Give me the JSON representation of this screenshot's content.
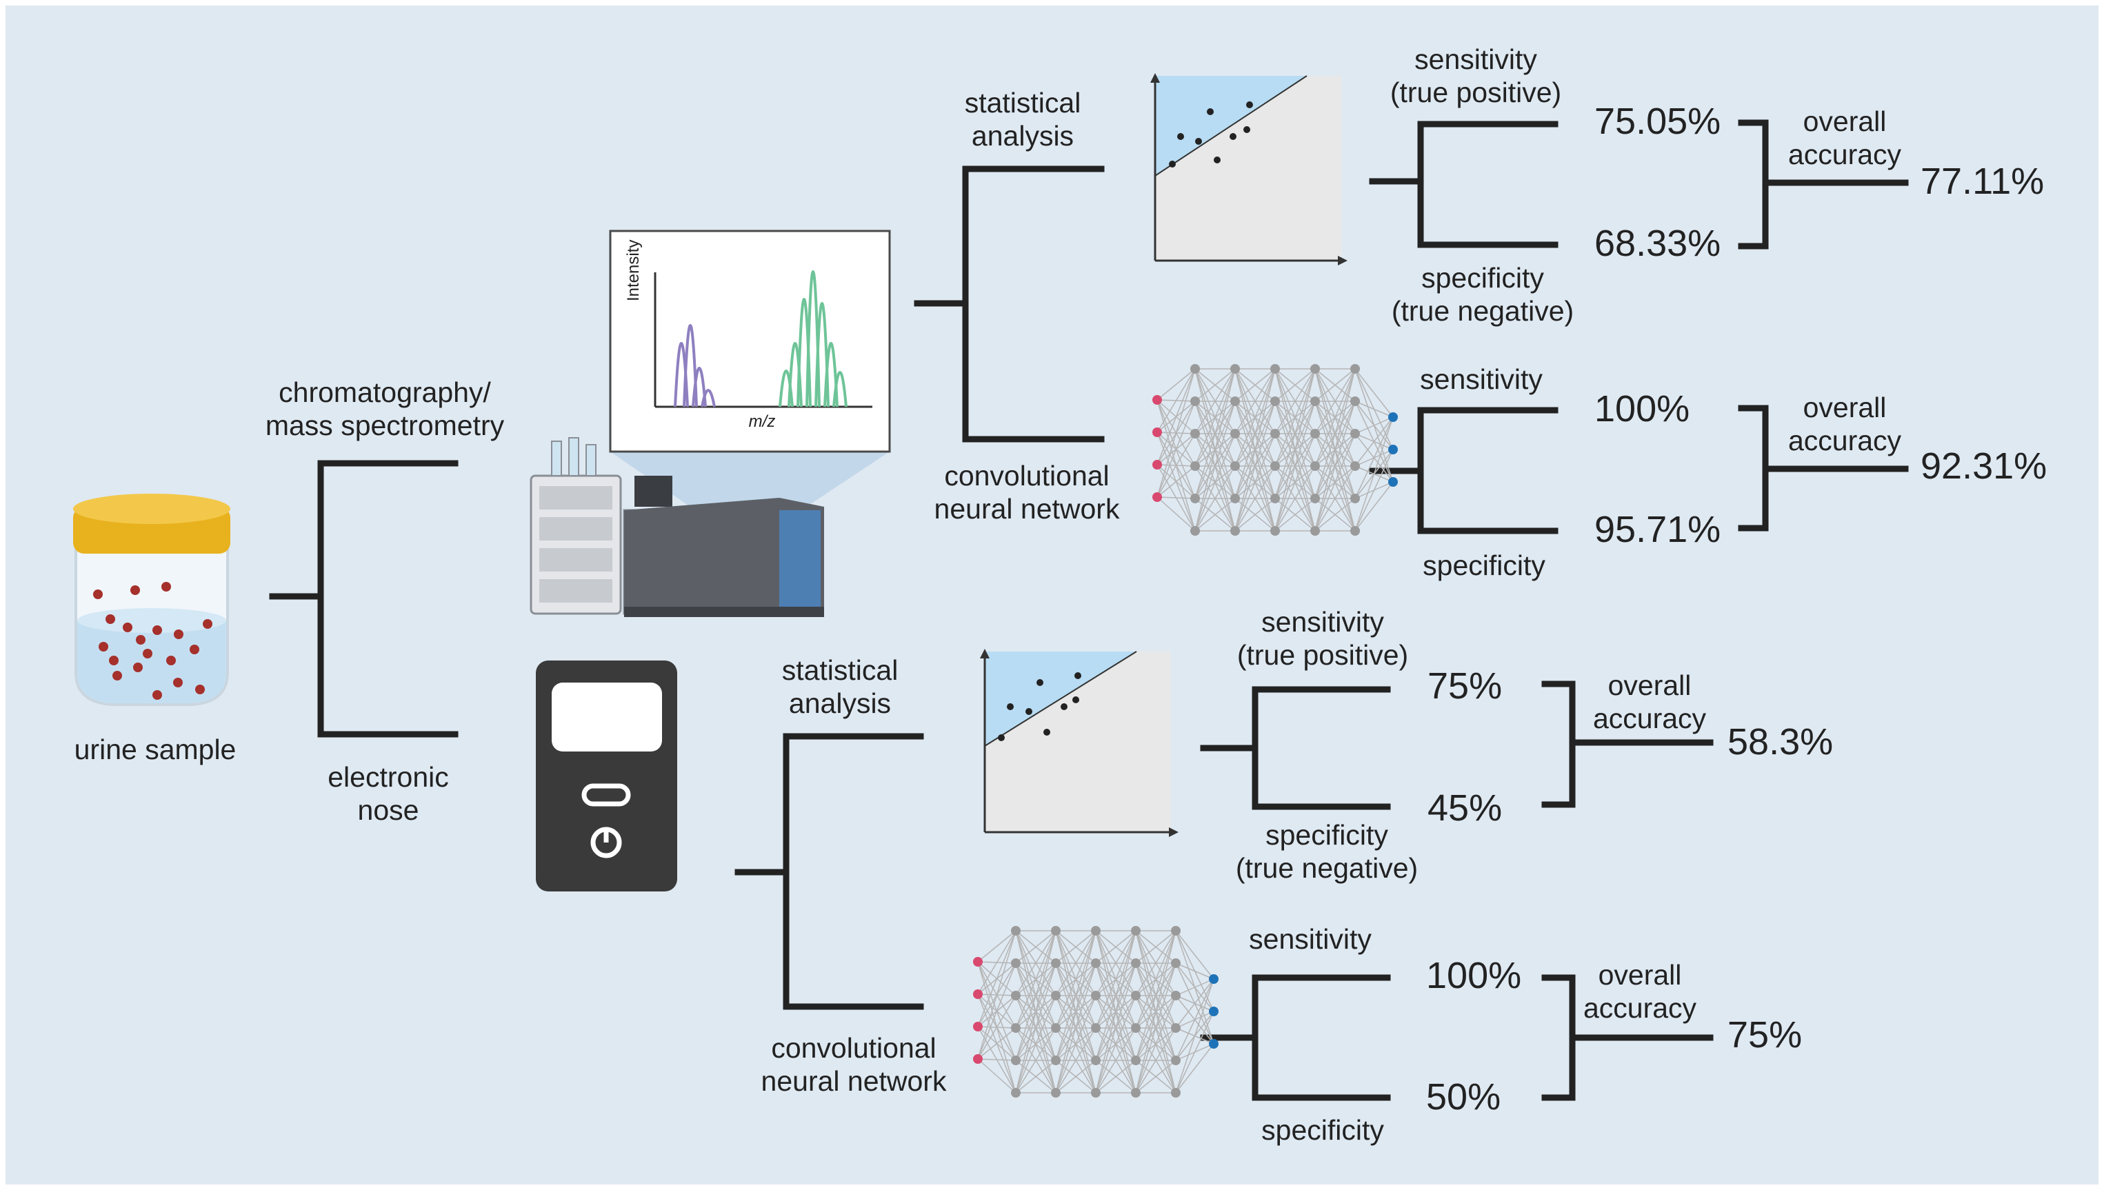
{
  "sample": {
    "label": "urine sample"
  },
  "methods": {
    "gcms": "chromatography/\nmass spectrometry",
    "enose": "electronic\nnose"
  },
  "spectrum": {
    "ylabel": "Intensity",
    "xlabel": "m/z"
  },
  "analyses": {
    "statistical": "statistical\nanalysis",
    "cnn": "convolutional\nneural network"
  },
  "branches": [
    {
      "id": "gcms-statistical",
      "sensitivity_label": "sensitivity\n(true positive)",
      "specificity_label": "specificity\n(true negative)",
      "sensitivity": "75.05%",
      "specificity": "68.33%",
      "accuracy_label": "overall\naccuracy",
      "accuracy": "77.11%"
    },
    {
      "id": "gcms-cnn",
      "sensitivity_label": "sensitivity",
      "specificity_label": "specificity",
      "sensitivity": "100%",
      "specificity": "95.71%",
      "accuracy_label": "overall\naccuracy",
      "accuracy": "92.31%"
    },
    {
      "id": "enose-statistical",
      "sensitivity_label": "sensitivity\n(true positive)",
      "specificity_label": "specificity\n(true negative)",
      "sensitivity": "75%",
      "specificity": "45%",
      "accuracy_label": "overall\naccuracy",
      "accuracy": "58.3%"
    },
    {
      "id": "enose-cnn",
      "sensitivity_label": "sensitivity",
      "specificity_label": "specificity",
      "sensitivity": "100%",
      "specificity": "50%",
      "accuracy_label": "overall\naccuracy",
      "accuracy": "75%"
    }
  ],
  "colors": {
    "background": "#dfe9f2",
    "line": "#222222",
    "lid": "#e8b21e",
    "dot": "#a5302c",
    "peak_purple": "#8e7fc0",
    "peak_green": "#6ec498",
    "roc_fill": "#b7dcf3",
    "nn_input": "#d9486e",
    "nn_output": "#1e73b8",
    "nn_hidden": "#9a9a9a",
    "device": "#3a3a3a"
  }
}
